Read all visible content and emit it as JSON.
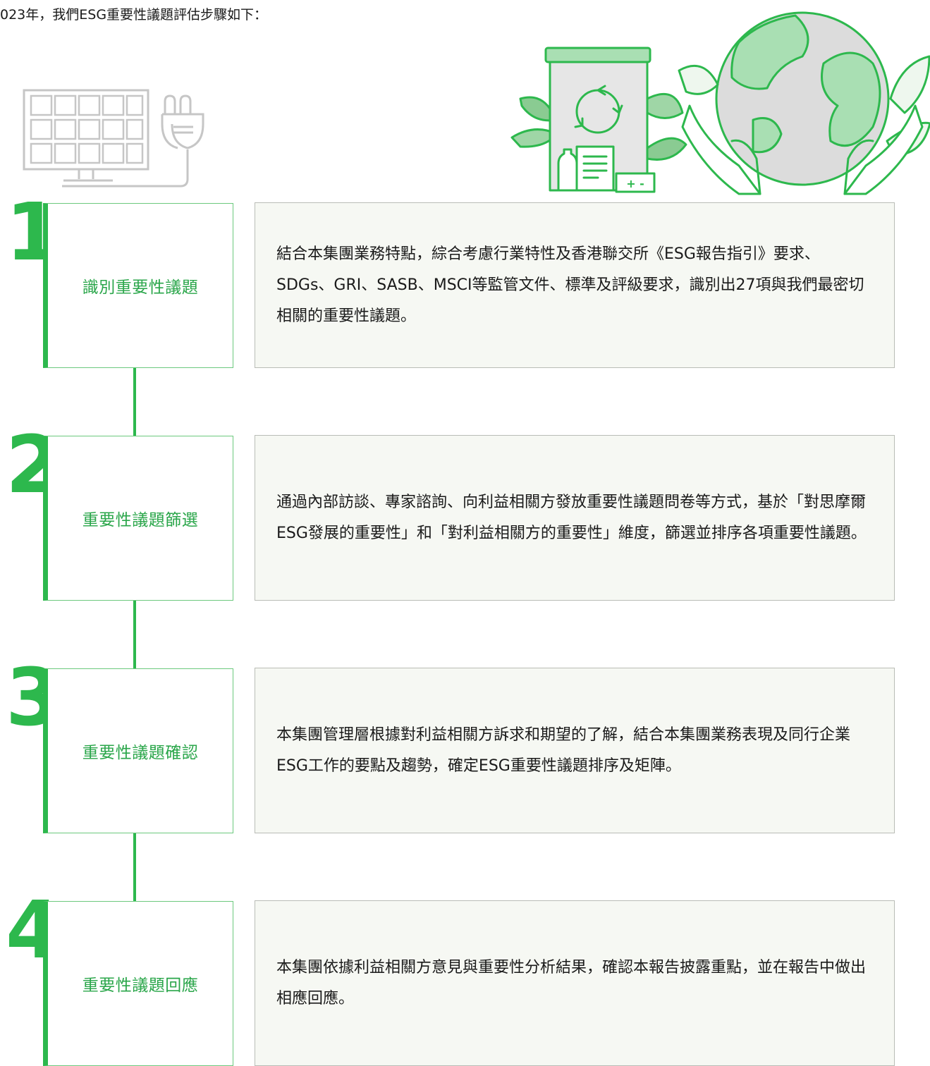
{
  "intro": "023年，我們ESG重要性議題評估步驟如下：",
  "colors": {
    "accent": "#2db84d",
    "title": "#2aa64a",
    "box_bg": "#f6f8f3",
    "border": "#b9bcb6"
  },
  "icons": {
    "left": "solar-panel-plug-icon",
    "right": "recycle-bin-globe-hands-icon"
  },
  "battery_label": "+ -",
  "steps": [
    {
      "number": "1",
      "title": "識別重要性議題",
      "description": "結合本集團業務特點，綜合考慮行業特性及香港聯交所《ESG報告指引》要求、SDGs、GRI、SASB、MSCI等監管文件、標準及評級要求，識別出27項與我們最密切相關的重要性議題。"
    },
    {
      "number": "2",
      "title": "重要性議題篩選",
      "description": "通過內部訪談、專家諮詢、向利益相關方發放重要性議題問卷等方式，基於「對思摩爾ESG發展的重要性」和「對利益相關方的重要性」維度，篩選並排序各項重要性議題。"
    },
    {
      "number": "3",
      "title": "重要性議題確認",
      "description": "本集團管理層根據對利益相關方訴求和期望的了解，結合本集團業務表現及同行企業ESG工作的要點及趨勢，確定ESG重要性議題排序及矩陣。"
    },
    {
      "number": "4",
      "title": "重要性議題回應",
      "description": "本集團依據利益相關方意見與重要性分析結果，確認本報告披露重點，並在報告中做出相應回應。"
    }
  ]
}
